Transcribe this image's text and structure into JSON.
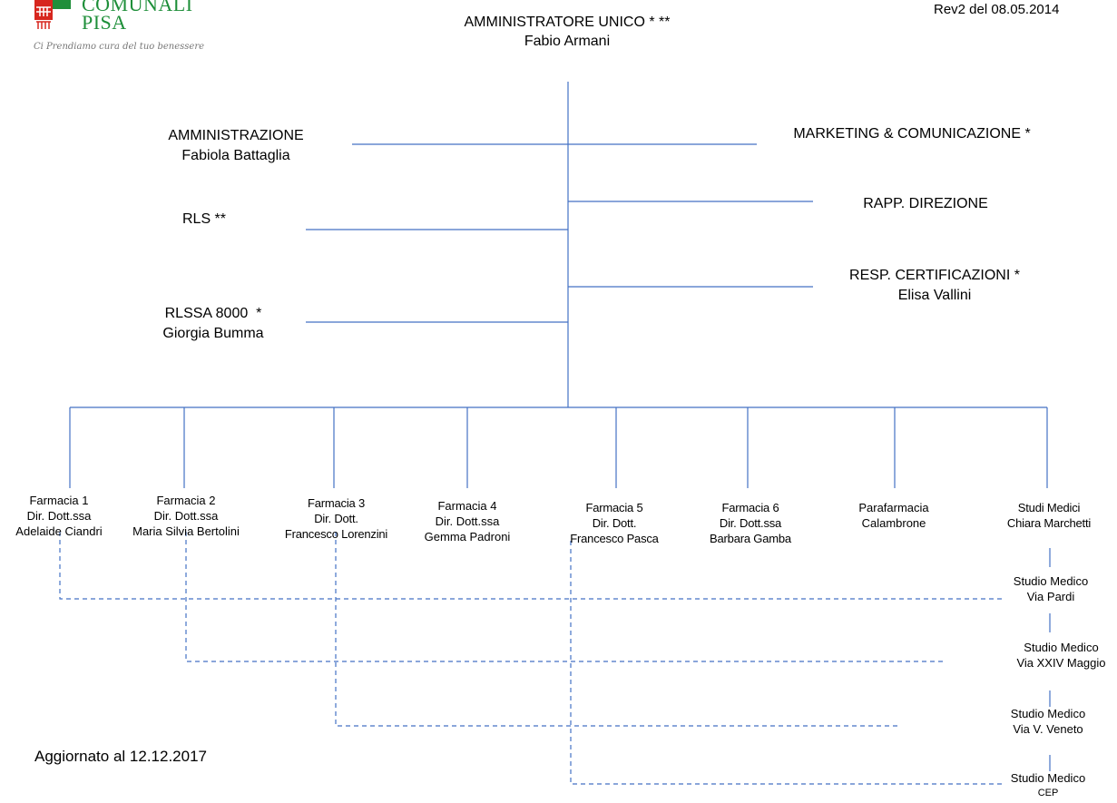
{
  "logo": {
    "line1": "COMUNALI",
    "line2": "PISA",
    "tagline": "Ci Prendiamo cura del tuo benessere"
  },
  "revision": "Rev2 del 08.05.2014",
  "updated": "Aggiornato al 12.12.2017",
  "top": {
    "role": "AMMINISTRATORE UNICO * **",
    "name": "Fabio Armani"
  },
  "staff": {
    "amministrazione": {
      "role": "AMMINISTRAZIONE",
      "name": "Fabiola Battaglia"
    },
    "marketing": {
      "role": "MARKETING & COMUNICAZIONE *"
    },
    "rls": {
      "role": "RLS **"
    },
    "rapp": {
      "role": "RAPP. DIREZIONE"
    },
    "rlssa": {
      "role": "RLSSA 8000  *",
      "name": "Giorgia Bumma"
    },
    "resp": {
      "role": "RESP. CERTIFICAZIONI *",
      "name": "Elisa Vallini"
    }
  },
  "units": [
    {
      "line1": "Farmacia 1",
      "line2": "Dir. Dott.ssa",
      "line3": "Adelaide Ciandri"
    },
    {
      "line1": "Farmacia 2",
      "line2": "Dir. Dott.ssa",
      "line3": "Maria Silvia Bertolini"
    },
    {
      "line1": "Farmacia 3",
      "line2": "Dir. Dott.",
      "line3": "Francesco Lorenzini"
    },
    {
      "line1": "Farmacia 4",
      "line2": "Dir. Dott.ssa",
      "line3": "Gemma Padroni"
    },
    {
      "line1": "Farmacia 5",
      "line2": "Dir. Dott.",
      "line3": "Francesco Pasca"
    },
    {
      "line1": "Farmacia 6",
      "line2": "Dir. Dott.ssa",
      "line3": "Barbara Gamba"
    },
    {
      "line1": "Parafarmacia",
      "line2": "Calambrone"
    },
    {
      "line1": "Studi Medici",
      "line2": "Chiara Marchetti"
    }
  ],
  "studies": [
    {
      "line1": "Studio Medico",
      "line2": "Via Pardi"
    },
    {
      "line1": "Studio Medico",
      "line2": "Via XXIV Maggio"
    },
    {
      "line1": "Studio Medico",
      "line2": "Via V. Veneto"
    },
    {
      "line1": "Studio Medico",
      "line2": "CEP"
    }
  ],
  "colors": {
    "line": "#4472c4",
    "logo_red": "#d7261e",
    "logo_green": "#1f8f3a"
  }
}
